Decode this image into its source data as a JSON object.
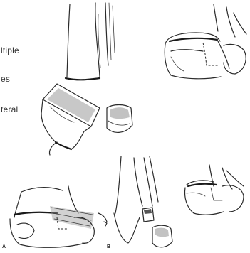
{
  "text_fragments": {
    "line1": "ltiple",
    "line2": "es",
    "line3": "teral"
  },
  "panel_labels": {
    "a": "A",
    "b": "B"
  },
  "colors": {
    "ink": "#2a2a2a",
    "background": "#ffffff",
    "stipple": "#9a9a9a"
  }
}
